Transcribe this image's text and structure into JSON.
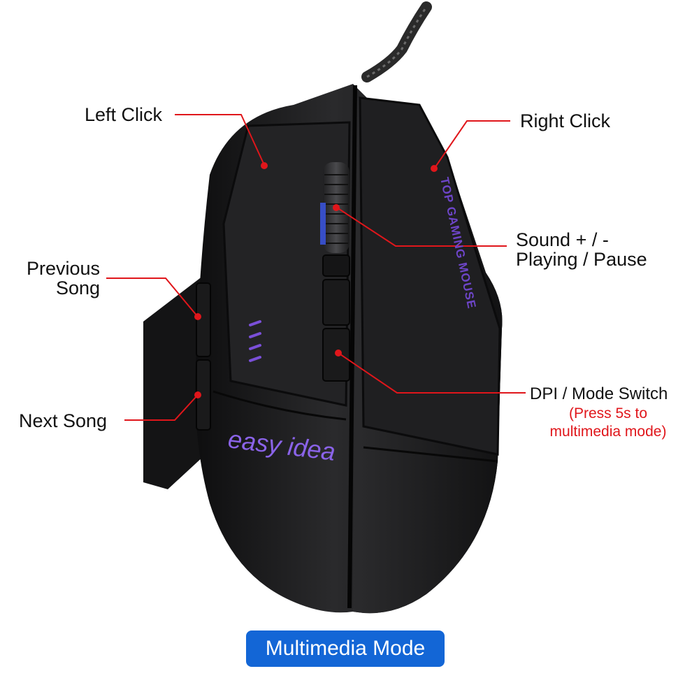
{
  "labels": {
    "left_click": "Left Click",
    "right_click": "Right Click",
    "sound": "Sound + / -",
    "playing_pause": "Playing / Pause",
    "previous_line1": "Previous",
    "previous_line2": "Song",
    "next_song": "Next Song",
    "dpi_switch": "DPI / Mode Switch",
    "dpi_note_line1": "(Press 5s to",
    "dpi_note_line2": "multimedia mode)"
  },
  "product": {
    "brand": "easy idea",
    "tagline": "TOP GAMING MOUSE"
  },
  "badge": {
    "label": "Multimedia Mode"
  },
  "colors": {
    "leader_line": "#e0161b",
    "badge_bg": "#1366d6",
    "mouse_body": "#1c1c1e",
    "accent_purple": "#7a4fd8"
  }
}
